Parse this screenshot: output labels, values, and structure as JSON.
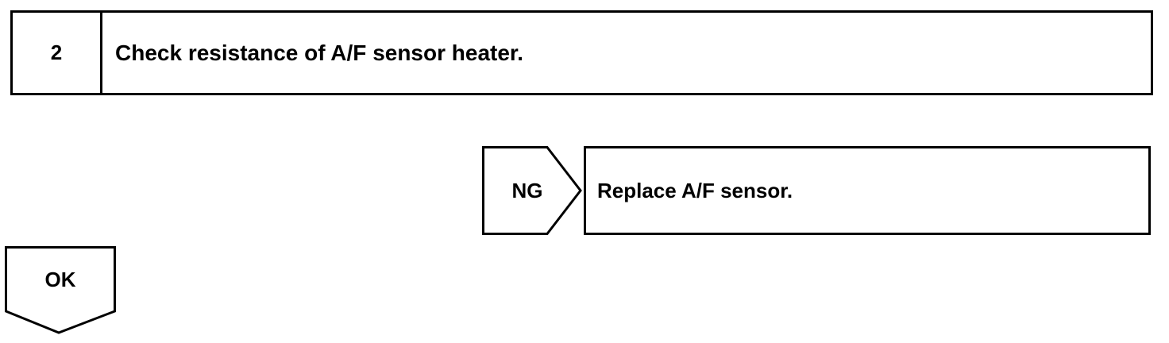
{
  "step": {
    "number": "2",
    "instruction": "Check resistance of A/F sensor heater."
  },
  "ng_branch": {
    "label": "NG",
    "action": "Replace A/F sensor."
  },
  "ok_branch": {
    "label": "OK"
  }
}
